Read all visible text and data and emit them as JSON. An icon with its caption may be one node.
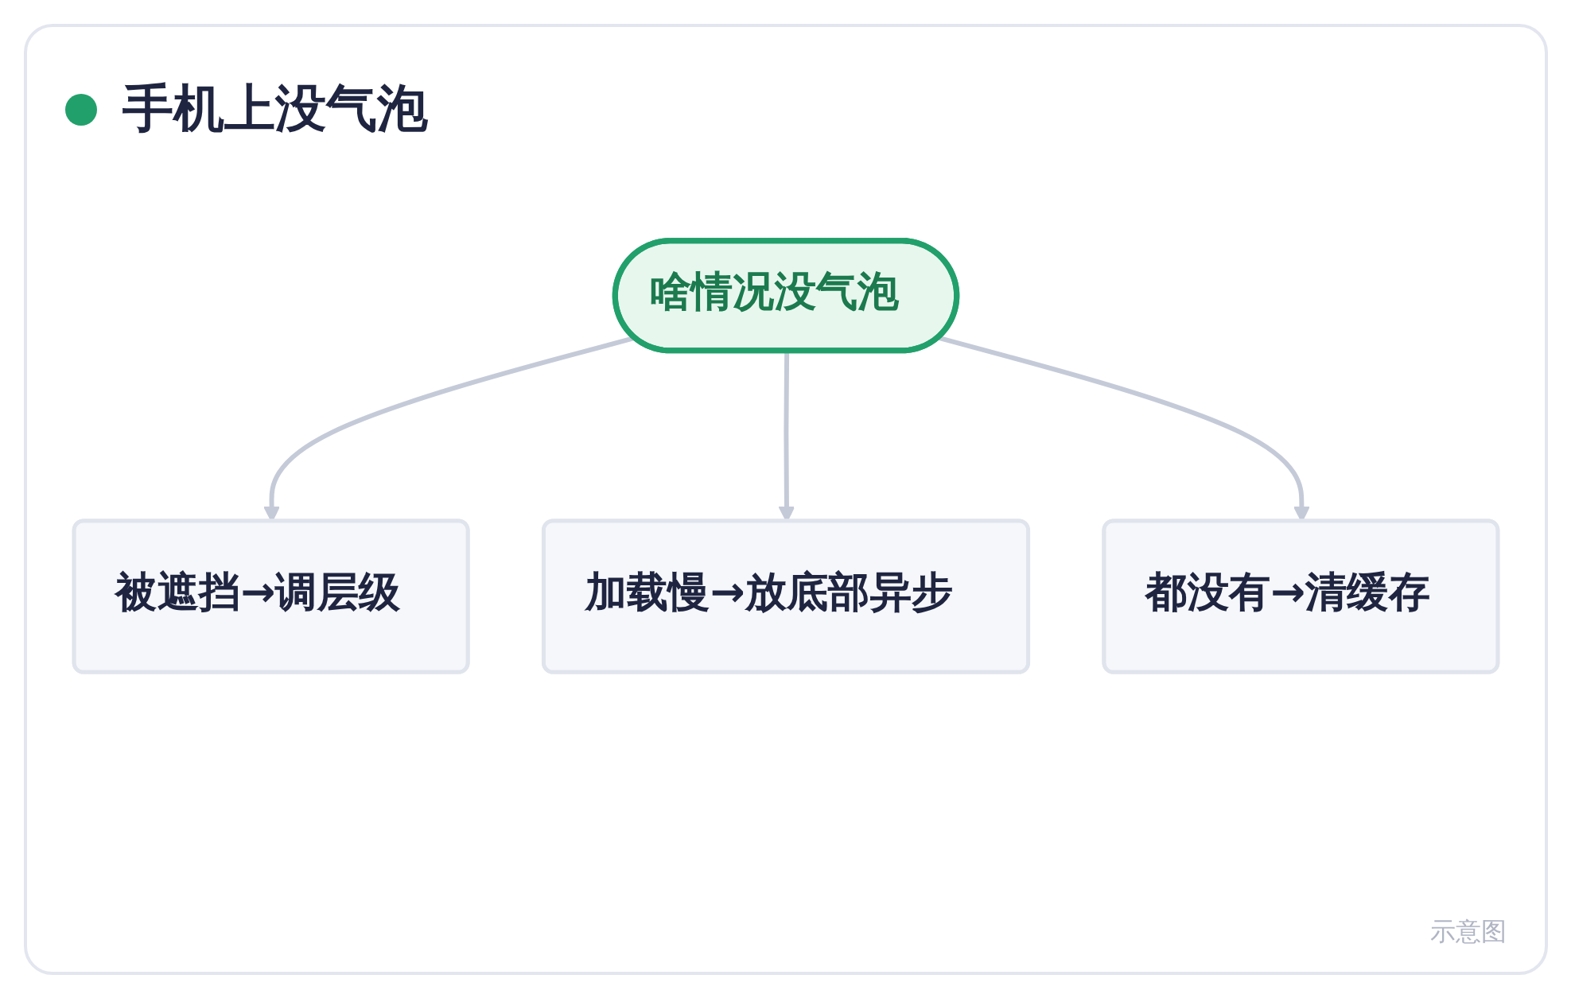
{
  "diagram": {
    "title": "手机上没气泡",
    "nodes": [
      {
        "text": [
          "啥情况没气泡"
        ]
      },
      {
        "text": [
          "被遮挡→调层级"
        ]
      },
      {
        "text": [
          "加载慢→放底部异步"
        ]
      },
      {
        "text": [
          "都没有→清缓存"
        ]
      }
    ],
    "edges": [
      {
        "from": 0,
        "to": 1,
        "arrow": "to"
      },
      {
        "from": 0,
        "to": 2,
        "arrow": "to"
      },
      {
        "from": 0,
        "to": 3,
        "arrow": "to"
      }
    ],
    "caption": "示意图"
  }
}
